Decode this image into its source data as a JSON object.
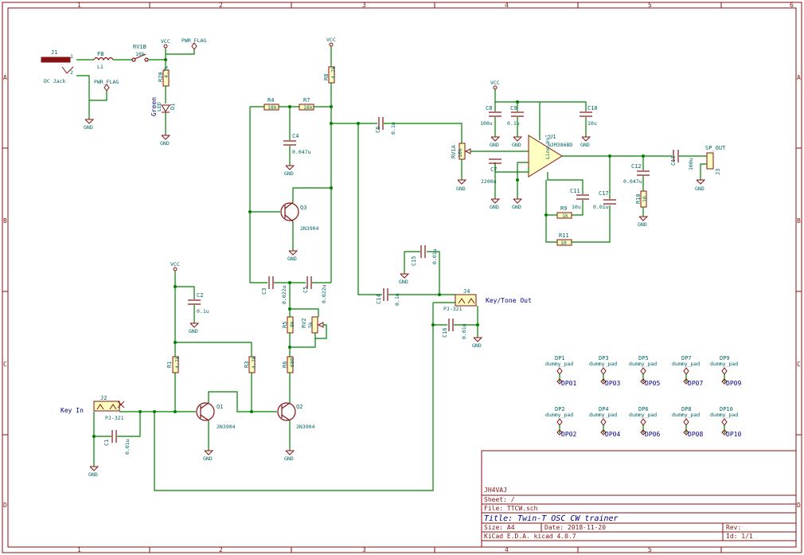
{
  "border": {
    "columns": [
      "1",
      "2",
      "3",
      "4",
      "5",
      "6"
    ],
    "rows": [
      "A",
      "B",
      "C",
      "D"
    ]
  },
  "title_block": {
    "company": "JH4VAJ",
    "sheet": "Sheet: /",
    "file": "File: TTCW.sch",
    "title": "Title: Twin-T OSC CW trainer",
    "size": "Size: A4",
    "date": "Date: 2018-11-20",
    "rev": "Rev:",
    "tool": "KiCad E.D.A.  kicad 4.0.7",
    "id": "Id: 1/1"
  },
  "labels": {
    "key_in": "Key In",
    "key_tone_out": "Key/Tone Out",
    "green": "Green"
  },
  "power": {
    "vcc": "VCC",
    "gnd": "GND",
    "pwr_flag": "PWR_FLAG"
  },
  "components": {
    "J1": {
      "ref": "J1",
      "value": "DC Jack",
      "pin1": "1",
      "pin2": "2"
    },
    "F1": {
      "ref": "FB",
      "value": "L1"
    },
    "SW1": {
      "ref": "RV1B",
      "value": "10k"
    },
    "R20": {
      "ref": "R20",
      "value": "4.7k"
    },
    "D1": {
      "ref": "D1",
      "value": "LED"
    },
    "R8": {
      "ref": "R8",
      "value": "4.7k"
    },
    "R4": {
      "ref": "R4",
      "value": "18k"
    },
    "R7": {
      "ref": "R7",
      "value": "18k"
    },
    "C4": {
      "ref": "C4",
      "value": "0.047u"
    },
    "C6": {
      "ref": "C6",
      "value": "0.1u"
    },
    "Q3": {
      "ref": "Q3",
      "value": "2N3904"
    },
    "C3": {
      "ref": "C3",
      "value": "0.022u"
    },
    "C5": {
      "ref": "C5",
      "value": "0.022u"
    },
    "R5": {
      "ref": "R5",
      "value": "8k"
    },
    "RV2": {
      "ref": "RV2",
      "value": "5k"
    },
    "R6": {
      "ref": "R6",
      "value": "680"
    },
    "C2": {
      "ref": "C2",
      "value": "0.1u"
    },
    "R1": {
      "ref": "R1",
      "value": "4.7k"
    },
    "R3": {
      "ref": "R3",
      "value": "4.7k"
    },
    "Q1": {
      "ref": "Q1",
      "value": "2N3904"
    },
    "Q2": {
      "ref": "Q2",
      "value": "2N3904"
    },
    "J2": {
      "ref": "J2",
      "value": "PJ-321"
    },
    "C1": {
      "ref": "C1",
      "value": "0.01u"
    },
    "C14": {
      "ref": "C14",
      "value": "0.1u"
    },
    "C15": {
      "ref": "C15",
      "value": "0.01u"
    },
    "C16": {
      "ref": "C16",
      "value": "0.01u"
    },
    "J4": {
      "ref": "J4",
      "value": "PJ-321"
    },
    "RV1A": {
      "ref": "RV1A",
      "value": "10k"
    },
    "C8": {
      "ref": "C8",
      "value": "100u"
    },
    "C9": {
      "ref": "C9",
      "value": "0.1u"
    },
    "C7": {
      "ref": "C7",
      "value": "2200u"
    },
    "U1": {
      "ref": "U1",
      "value": "NJM386BD",
      "body": "Line Vol"
    },
    "C10": {
      "ref": "C10",
      "value": "10u"
    },
    "C11": {
      "ref": "C11",
      "value": "10u"
    },
    "C17": {
      "ref": "C17",
      "value": "0.01u"
    },
    "R9": {
      "ref": "R9",
      "value": "1k"
    },
    "R11": {
      "ref": "R11",
      "value": "10"
    },
    "C12": {
      "ref": "C12",
      "value": "0.047u"
    },
    "R10": {
      "ref": "R10",
      "value": "10"
    },
    "C13": {
      "ref": "C13",
      "value": "100u"
    },
    "J3": {
      "ref": "J3",
      "value": "SP_OUT"
    }
  },
  "dummy_pads": [
    {
      "ref": "DP1",
      "value": "dummy_pad",
      "net": "DP01"
    },
    {
      "ref": "DP3",
      "value": "dummy_pad",
      "net": "DP03"
    },
    {
      "ref": "DP5",
      "value": "dummy_pad",
      "net": "DP05"
    },
    {
      "ref": "DP7",
      "value": "dummy_pad",
      "net": "DP07"
    },
    {
      "ref": "DP9",
      "value": "dummy_pad",
      "net": "DP09"
    },
    {
      "ref": "DP2",
      "value": "dummy_pad",
      "net": "DP02"
    },
    {
      "ref": "DP4",
      "value": "dummy_pad",
      "net": "DP04"
    },
    {
      "ref": "DP6",
      "value": "dummy_pad",
      "net": "DP06"
    },
    {
      "ref": "DP8",
      "value": "dummy_pad",
      "net": "DP08"
    },
    {
      "ref": "DP10",
      "value": "dummy_pad",
      "net": "DP10"
    }
  ],
  "colors": {
    "wire": "#008000",
    "component": "#841212",
    "component_fill": "#ffffc2",
    "reference": "#006464",
    "label": "#000080"
  }
}
